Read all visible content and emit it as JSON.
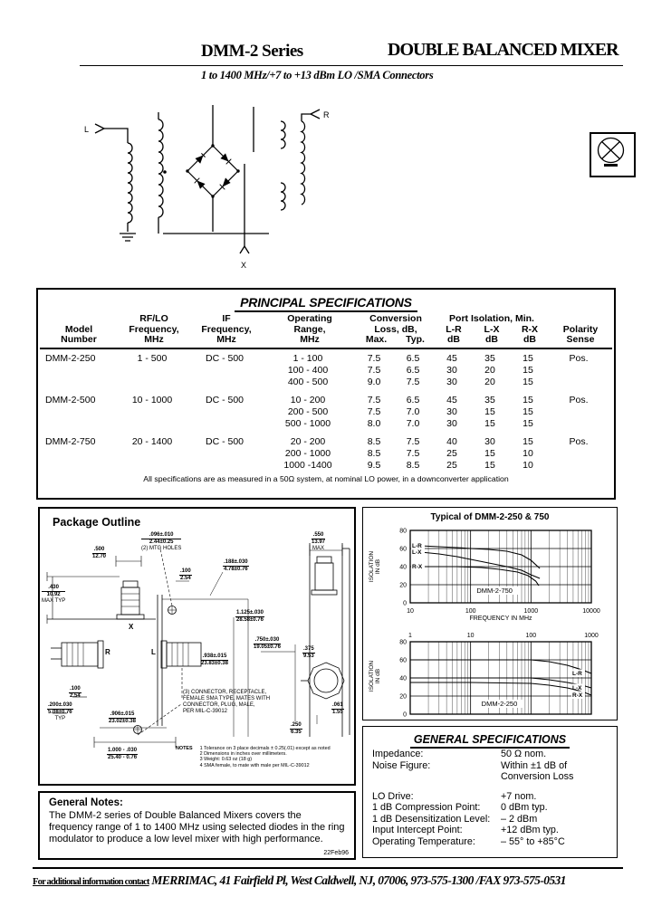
{
  "header": {
    "series": "DMM-2 Series",
    "title": "DOUBLE BALANCED MIXER",
    "subtitle": "1 to 1400 MHz/+7 to +13 dBm LO /SMA Connectors"
  },
  "schematic": {
    "terminals": {
      "l": "L",
      "r": "R",
      "x": "X"
    }
  },
  "principal_specs": {
    "title": "PRINCIPAL SPECIFICATIONS",
    "headers": {
      "model": "Model\nNumber",
      "rf_lo": "RF/LO\nFrequency,\nMHz",
      "if_freq": "IF\nFrequency,\nMHz",
      "range": "Operating\nRange,\nMHz",
      "conv_title": "Conversion\nLoss, dB,",
      "conv_max": "Max.",
      "conv_typ": "Typ.",
      "iso_title": "Port Isolation, Min.",
      "iso_lr": "L-R\ndB",
      "iso_lx": "L-X\ndB",
      "iso_rx": "R-X\ndB",
      "polarity": "Polarity\nSense"
    },
    "models": [
      {
        "model": "DMM-2-250",
        "rf_lo": "1 - 500",
        "if_freq": "DC - 500",
        "polarity": "Pos.",
        "rows": [
          [
            "1 - 100",
            "7.5",
            "6.5",
            "45",
            "35",
            "15"
          ],
          [
            "100 - 400",
            "7.5",
            "6.5",
            "30",
            "20",
            "15"
          ],
          [
            "400 - 500",
            "9.0",
            "7.5",
            "30",
            "20",
            "15"
          ]
        ]
      },
      {
        "model": "DMM-2-500",
        "rf_lo": "10 - 1000",
        "if_freq": "DC - 500",
        "polarity": "Pos.",
        "rows": [
          [
            "10 - 200",
            "7.5",
            "6.5",
            "45",
            "35",
            "15"
          ],
          [
            "200 - 500",
            "7.5",
            "7.0",
            "30",
            "15",
            "15"
          ],
          [
            "500 - 1000",
            "8.0",
            "7.0",
            "30",
            "15",
            "15"
          ]
        ]
      },
      {
        "model": "DMM-2-750",
        "rf_lo": "20 - 1400",
        "if_freq": "DC - 500",
        "polarity": "Pos.",
        "rows": [
          [
            "20 - 200",
            "8.5",
            "7.5",
            "40",
            "30",
            "15"
          ],
          [
            "200 - 1000",
            "8.5",
            "7.5",
            "25",
            "15",
            "10"
          ],
          [
            "1000 -1400",
            "9.5",
            "8.5",
            "25",
            "15",
            "10"
          ]
        ]
      }
    ],
    "footnote": "All specifications are as measured in a 50Ω system, at nominal LO power, in a downconverter application"
  },
  "package_outline": {
    "title": "Package Outline",
    "labels": {
      "x": "X",
      "r": "R",
      "l": "L"
    },
    "dims": [
      {
        "in": ".096±.010",
        "mm": "2.44±0.25",
        "note": "(2) MTG HOLES"
      },
      {
        "in": ".500",
        "mm": "12.70",
        "note": ""
      },
      {
        "in": ".430",
        "mm": "10.92",
        "note": "MAX TYP"
      },
      {
        "in": ".100",
        "mm": "2.54",
        "note": ""
      },
      {
        "in": ".188±.030",
        "mm": "4.78±0.76",
        "note": ""
      },
      {
        "in": ".550",
        "mm": "13.97",
        "note": "MAX"
      },
      {
        "in": "1.125±.030",
        "mm": "28.58±0.76",
        "note": ""
      },
      {
        "in": ".938±.015",
        "mm": "23.83±0.38",
        "note": ""
      },
      {
        "in": ".750±.030",
        "mm": "19.05±0.76",
        "note": ""
      },
      {
        "in": ".375",
        "mm": "9.53",
        "note": ""
      },
      {
        "in": ".100",
        "mm": "2.54",
        "note": ""
      },
      {
        "in": ".200±.030",
        "mm": "5.08±0.76",
        "note": "TYP"
      },
      {
        "in": ".906±.015",
        "mm": "23.02±0.38",
        "note": ""
      },
      {
        "in": "1.000 - .030",
        "mm": "25.40 - 0.76",
        "note": ""
      },
      {
        "in": ".061",
        "mm": "1.55",
        "note": ""
      },
      {
        "in": ".250",
        "mm": "6.35",
        "note": ""
      }
    ],
    "connector_note": "(3) CONNECTOR, RECEPTACLE,\nFEMALE SMA TYPE, MATES WITH\nCONNECTOR, PLUG, MALE,\nPER MIL-C-39012",
    "notes_label": "NOTES",
    "notes": "1   Tolerance on 3 place decimals ± 0.25(.01) except as noted\n2   Dimensions in inches over millimeters.\n3   Weight: 0.63 oz (18 g)\n4   SMA female, to mate with male per MIL-C-39012"
  },
  "charts_title": "Typical of DMM-2-250 & 750",
  "chart_data": [
    {
      "type": "line",
      "title": "Typical of DMM-2-250 & 750",
      "xlabel": "FREQUENCY IN MHz",
      "ylabel": "ISOLATION\nIN  dB",
      "x_scale": "log",
      "xlim": [
        10,
        10000
      ],
      "ylim": [
        0,
        80
      ],
      "xticks": [
        10,
        100,
        1000,
        10000
      ],
      "yticks": [
        0,
        20,
        40,
        60,
        80
      ],
      "grid": true,
      "legend_position": "left-inside",
      "annotation": {
        "text": "DMM-2-750",
        "x": 250,
        "y": 11
      },
      "series": [
        {
          "name": "L-R",
          "points": [
            [
              15,
              63
            ],
            [
              30,
              62
            ],
            [
              60,
              61
            ],
            [
              100,
              60
            ],
            [
              200,
              59
            ],
            [
              400,
              57
            ],
            [
              700,
              53
            ],
            [
              1000,
              47
            ],
            [
              1400,
              38
            ]
          ]
        },
        {
          "name": "L-X",
          "points": [
            [
              15,
              56
            ],
            [
              30,
              54
            ],
            [
              60,
              51
            ],
            [
              100,
              48
            ],
            [
              200,
              44
            ],
            [
              400,
              40
            ],
            [
              700,
              36
            ],
            [
              1000,
              31
            ],
            [
              1400,
              27
            ]
          ]
        },
        {
          "name": "R-X",
          "points": [
            [
              15,
              40
            ],
            [
              60,
              40
            ],
            [
              150,
              39
            ],
            [
              300,
              37
            ],
            [
              600,
              34
            ],
            [
              900,
              30
            ],
            [
              1200,
              24
            ],
            [
              1350,
              19
            ]
          ]
        }
      ]
    },
    {
      "type": "line",
      "title": "",
      "xlabel": "FREQUENCY IN MHz",
      "ylabel": "ISOLATION\nIN  dB",
      "x_scale": "log",
      "xlim": [
        1,
        1000
      ],
      "ylim": [
        0,
        80
      ],
      "xticks": [
        1,
        10,
        100,
        1000
      ],
      "yticks": [
        0,
        20,
        40,
        60,
        80
      ],
      "grid": true,
      "legend_position": "right-inside",
      "annotation": {
        "text": "DMM-2-250",
        "x": 30,
        "y": 9
      },
      "series": [
        {
          "name": "L-R",
          "points": [
            [
              1,
              60
            ],
            [
              10,
              60
            ],
            [
              100,
              60
            ],
            [
              200,
              58
            ],
            [
              400,
              54
            ],
            [
              700,
              49
            ],
            [
              1000,
              45
            ]
          ]
        },
        {
          "name": "L-X",
          "points": [
            [
              1,
              40
            ],
            [
              10,
              40
            ],
            [
              100,
              40
            ],
            [
              200,
              38
            ],
            [
              400,
              35
            ],
            [
              700,
              32
            ],
            [
              1000,
              29
            ]
          ]
        },
        {
          "name": "R-X",
          "points": [
            [
              1,
              35
            ],
            [
              10,
              35
            ],
            [
              100,
              34
            ],
            [
              200,
              32
            ],
            [
              400,
              29
            ],
            [
              700,
              25
            ],
            [
              1000,
              21
            ]
          ]
        }
      ]
    }
  ],
  "general_specs": {
    "title": "GENERAL SPECIFICATIONS",
    "rows": [
      {
        "label": "Impedance:",
        "value": "50 Ω nom."
      },
      {
        "label": "Noise Figure:",
        "value": "Within ±1 dB of Conversion Loss"
      },
      {
        "label": "LO Drive:",
        "value": "+7 nom."
      },
      {
        "label": "1 dB Compression Point:",
        "value": "0 dBm typ."
      },
      {
        "label": "1 dB Desensitization Level:",
        "value": "– 2 dBm"
      },
      {
        "label": "Input Intercept Point:",
        "value": "+12 dBm typ."
      },
      {
        "label": "Operating Temperature:",
        "value": "– 55° to +85°C"
      }
    ]
  },
  "general_notes": {
    "title": "General Notes:",
    "body": "The DMM-2 series of Double Balanced Mixers covers the frequency range of 1 to 1400 MHz using selected diodes in the ring modulator to produce a low level mixer with high performance.",
    "date": "22Feb96"
  },
  "footer": {
    "prefix": "For additional information contact",
    "text": " MERRIMAC, 41 Fairfield Pl, West Caldwell, NJ, 07006, 973-575-1300 /FAX 973-575-0531"
  }
}
